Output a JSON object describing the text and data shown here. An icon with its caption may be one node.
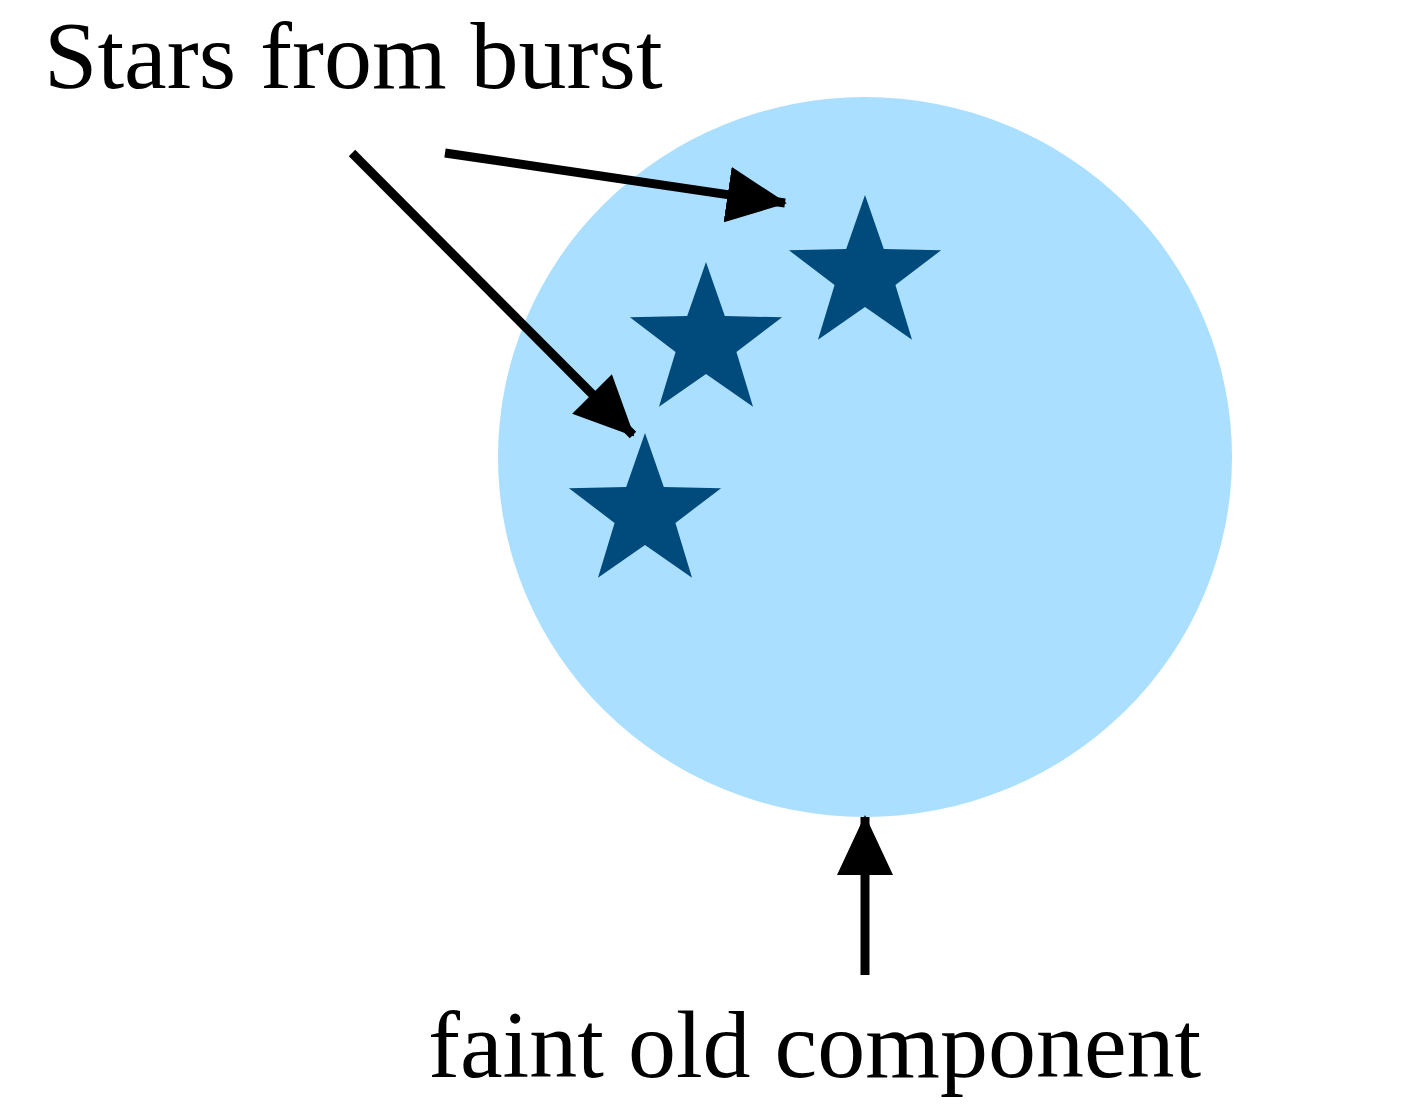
{
  "diagram": {
    "nodes": [
      {
        "text": [
          "Stars from burst"
        ]
      },
      {
        "text": [],
        "shape": "circle"
      },
      {
        "text": [],
        "shape": "star",
        "in": 1
      },
      {
        "text": [],
        "shape": "star",
        "in": 1
      },
      {
        "text": [],
        "shape": "star",
        "in": 1
      },
      {
        "text": [
          "faint old component"
        ]
      }
    ],
    "edges": [
      {
        "from": 0,
        "to": 2,
        "arrow": "to"
      },
      {
        "from": 0,
        "to": 4,
        "arrow": "to"
      },
      {
        "from": 5,
        "to": 1,
        "arrow": "to"
      }
    ]
  }
}
